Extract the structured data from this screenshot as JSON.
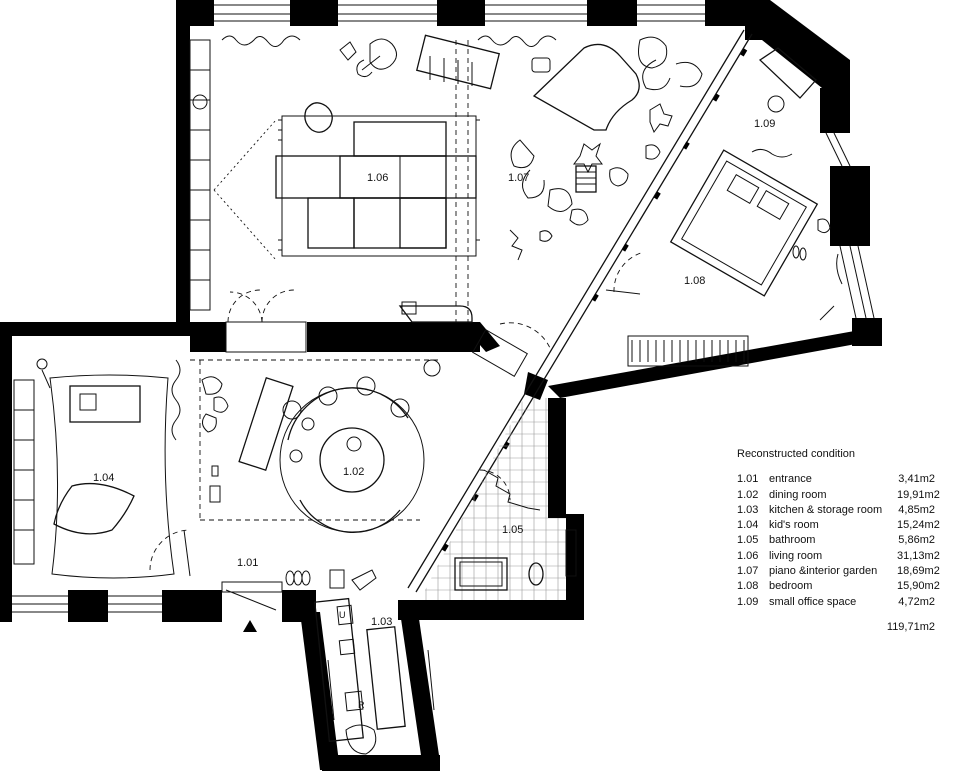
{
  "legend": {
    "title": "Reconstructed condition",
    "rooms": [
      {
        "code": "1.01",
        "name": "entrance",
        "area": "3,41m2"
      },
      {
        "code": "1.02",
        "name": "dining room",
        "area": "19,91m2"
      },
      {
        "code": "1.03",
        "name": "kitchen & storage room",
        "area": "4,85m2"
      },
      {
        "code": "1.04",
        "name": "kid's room",
        "area": "15,24m2"
      },
      {
        "code": "1.05",
        "name": "bathroom",
        "area": "5,86m2"
      },
      {
        "code": "1.06",
        "name": "living room",
        "area": "31,13m2"
      },
      {
        "code": "1.07",
        "name": "piano &interior garden",
        "area": "18,69m2"
      },
      {
        "code": "1.08",
        "name": "bedroom",
        "area": "15,90m2"
      },
      {
        "code": "1.09",
        "name": "small office space",
        "area": "4,72m2"
      }
    ],
    "total": "119,71m2"
  },
  "plan_labels": {
    "r101": "1.01",
    "r102": "1.02",
    "r103": "1.03",
    "r104": "1.04",
    "r105": "1.05",
    "r106": "1.06",
    "r107": "1.07",
    "r108": "1.08",
    "r109": "1.09",
    "sink_letter": "U",
    "fridge_letter": "R"
  }
}
